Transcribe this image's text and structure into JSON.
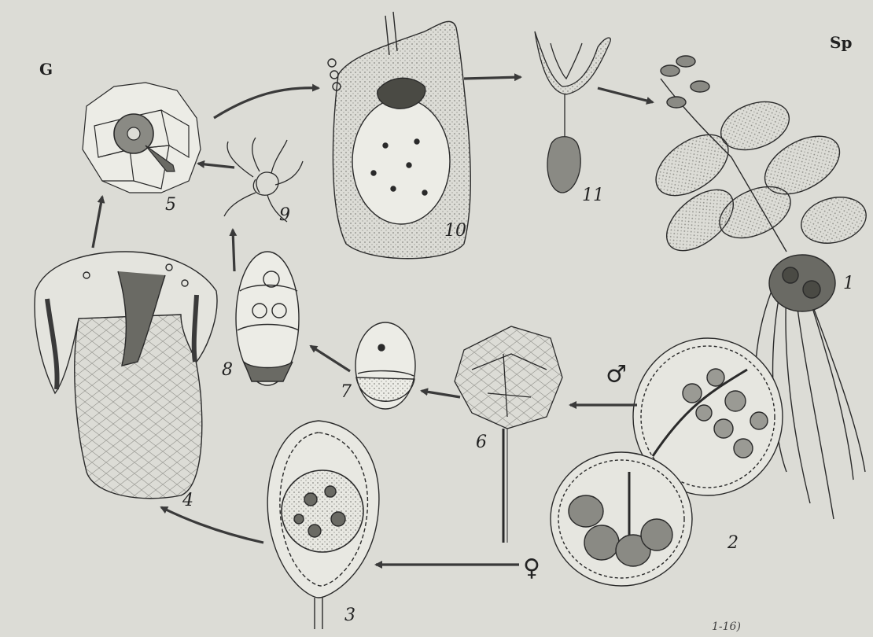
{
  "corner_labels": {
    "gametophyte": "G",
    "sporophyte": "Sp"
  },
  "stage_numbers": [
    "1",
    "2",
    "3",
    "4",
    "5",
    "6",
    "7",
    "8",
    "9",
    "10",
    "11"
  ],
  "symbols": {
    "male": "♂",
    "female": "♀"
  },
  "bottom_mark": "1-16)",
  "colors": {
    "paper": "#dcdcd6",
    "ink": "#2a2a2a",
    "arrow": "#4a4a4a",
    "stipple": "#8a8a84",
    "fill_light": "#ededea"
  }
}
